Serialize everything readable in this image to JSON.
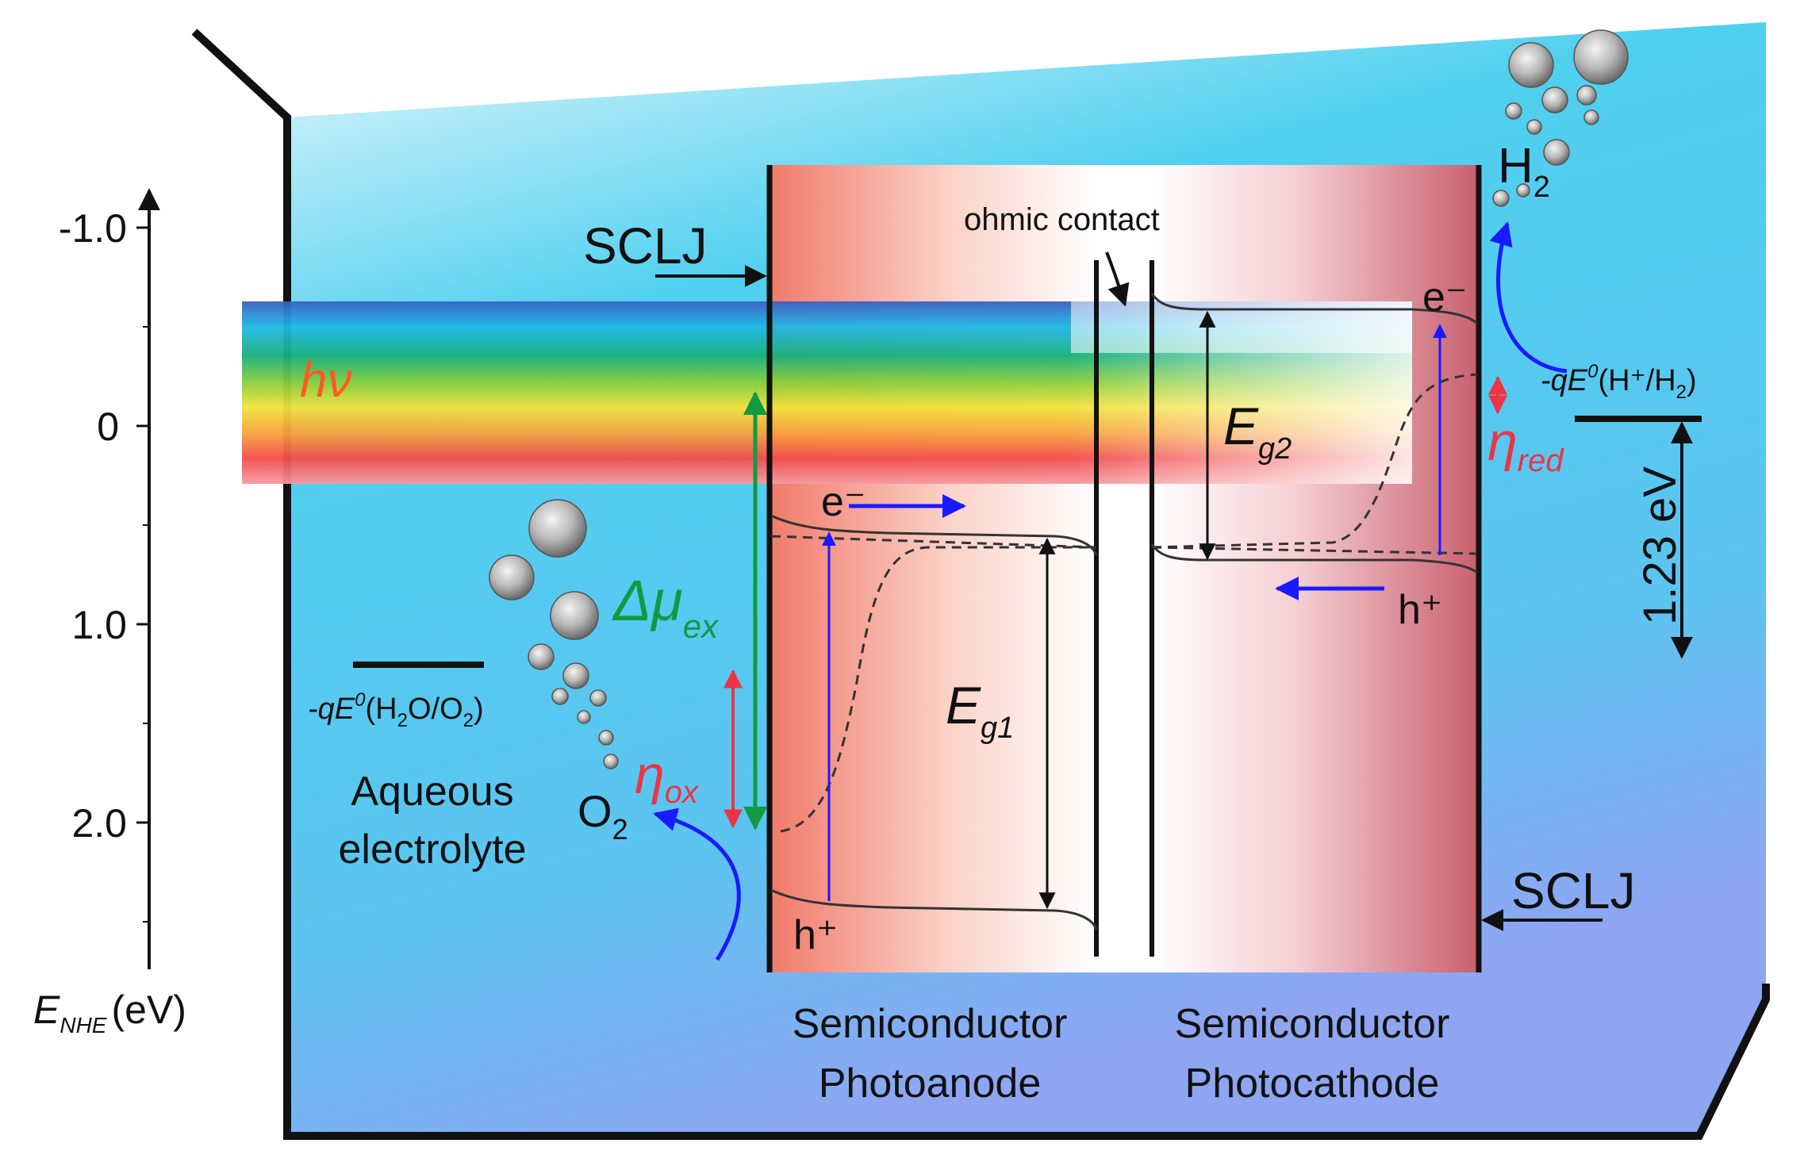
{
  "axis": {
    "ticks": [
      "-1.0",
      "0",
      "1.0",
      "2.0"
    ],
    "label_main": "E",
    "label_sub": "NHE",
    "label_unit": "(eV)"
  },
  "labels": {
    "sclj": "SCLJ",
    "ohmic": "ohmic contact",
    "hv": "hν",
    "e_minus": "e⁻",
    "h_plus": "h⁺",
    "eg1_main": "E",
    "eg1_sub": "g1",
    "eg2_main": "E",
    "eg2_sub": "g2",
    "dmu_main": "Δμ",
    "dmu_sub": "ex",
    "eta": "η",
    "eta_ox_sub": "ox",
    "eta_red_sub": "red",
    "h2_main": "H",
    "h2_sub": "2",
    "o2_main": "O",
    "o2_sub": "2",
    "ref_h_prefix": "-qE",
    "ref_h_sup": "0",
    "ref_h_text": "(H⁺/H",
    "ref_h_sub": "2",
    "ref_h_end": ")",
    "ref_o_prefix": "-qE",
    "ref_o_sup": "0",
    "ref_o_text": "(H",
    "ref_o_sub1": "2",
    "ref_o_mid": "O/O",
    "ref_o_sub2": "2",
    "ref_o_end": ")",
    "ev": "1.23 eV",
    "aqueous": "Aqueous",
    "electrolyte": "electrolyte",
    "semi": "Semiconductor",
    "photoanode": "Photoanode",
    "photocathode": "Photocathode"
  },
  "colors": {
    "water_top": "#d8f4fb",
    "water": "#4fc8ec",
    "water_bottom": "#8ea8f0",
    "electron_arrow": "#1a1aff",
    "mu_green": "#119944",
    "eta_red": "#ee3344",
    "hv_orange": "#ff5a1f"
  }
}
